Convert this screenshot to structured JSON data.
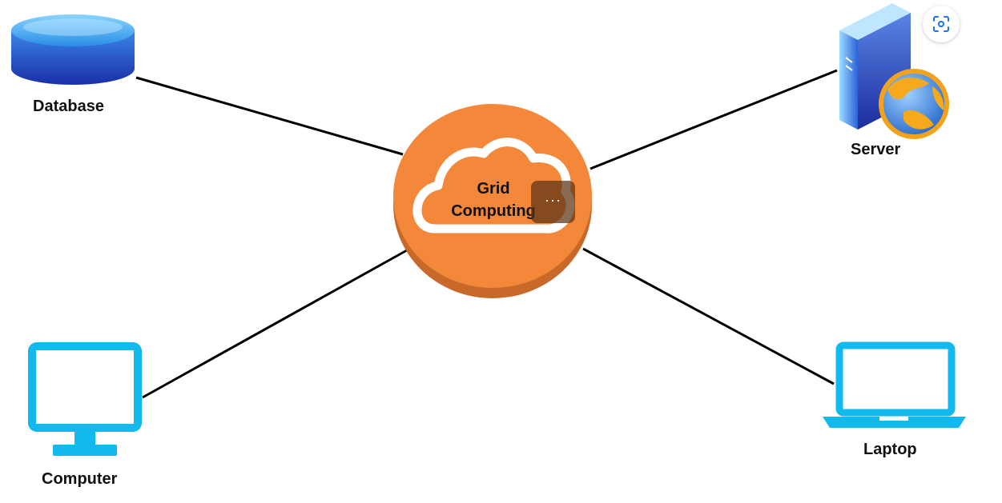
{
  "diagram": {
    "center": {
      "line1": "Grid",
      "line2": "Computing"
    },
    "nodes": {
      "database": "Database",
      "server": "Server",
      "computer": "Computer",
      "laptop": "Laptop"
    }
  },
  "overlay": {
    "more_button_glyph": "···",
    "lens_icon": "visual-search-icon"
  },
  "colors": {
    "hub_orange": "#f3883a",
    "hub_shadow": "#c8692a",
    "device_cyan": "#12b9ee",
    "database_blue": "#2d6fd6",
    "line": "#000000"
  }
}
